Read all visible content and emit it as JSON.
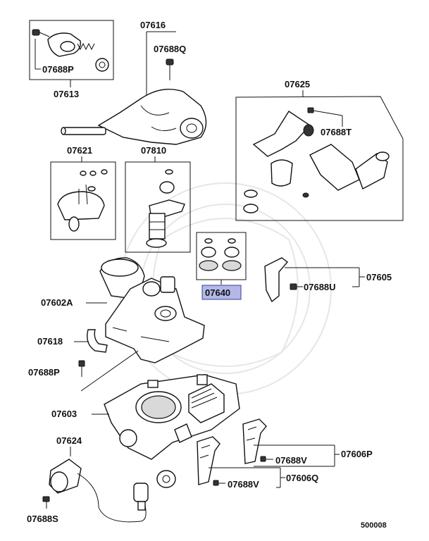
{
  "labels": {
    "p07616": "07616",
    "p07688Q": "07688Q",
    "p07688P_top": "07688P",
    "p07613": "07613",
    "p07625": "07625",
    "p07688T": "07688T",
    "p07621": "07621",
    "p07810": "07810",
    "p07640": "07640",
    "p07605": "07605",
    "p07688U": "07688U",
    "p07602A": "07602A",
    "p07618": "07618",
    "p07688P_mid": "07688P",
    "p07603": "07603",
    "p07624": "07624",
    "p07688V_a": "07688V",
    "p07606P": "07606P",
    "p07688V_b": "07688V",
    "p07606Q": "07606Q",
    "p07688S": "07688S",
    "diagram_id": "500008"
  },
  "colors": {
    "highlight": "#b3b8e8",
    "line": "#111111"
  }
}
